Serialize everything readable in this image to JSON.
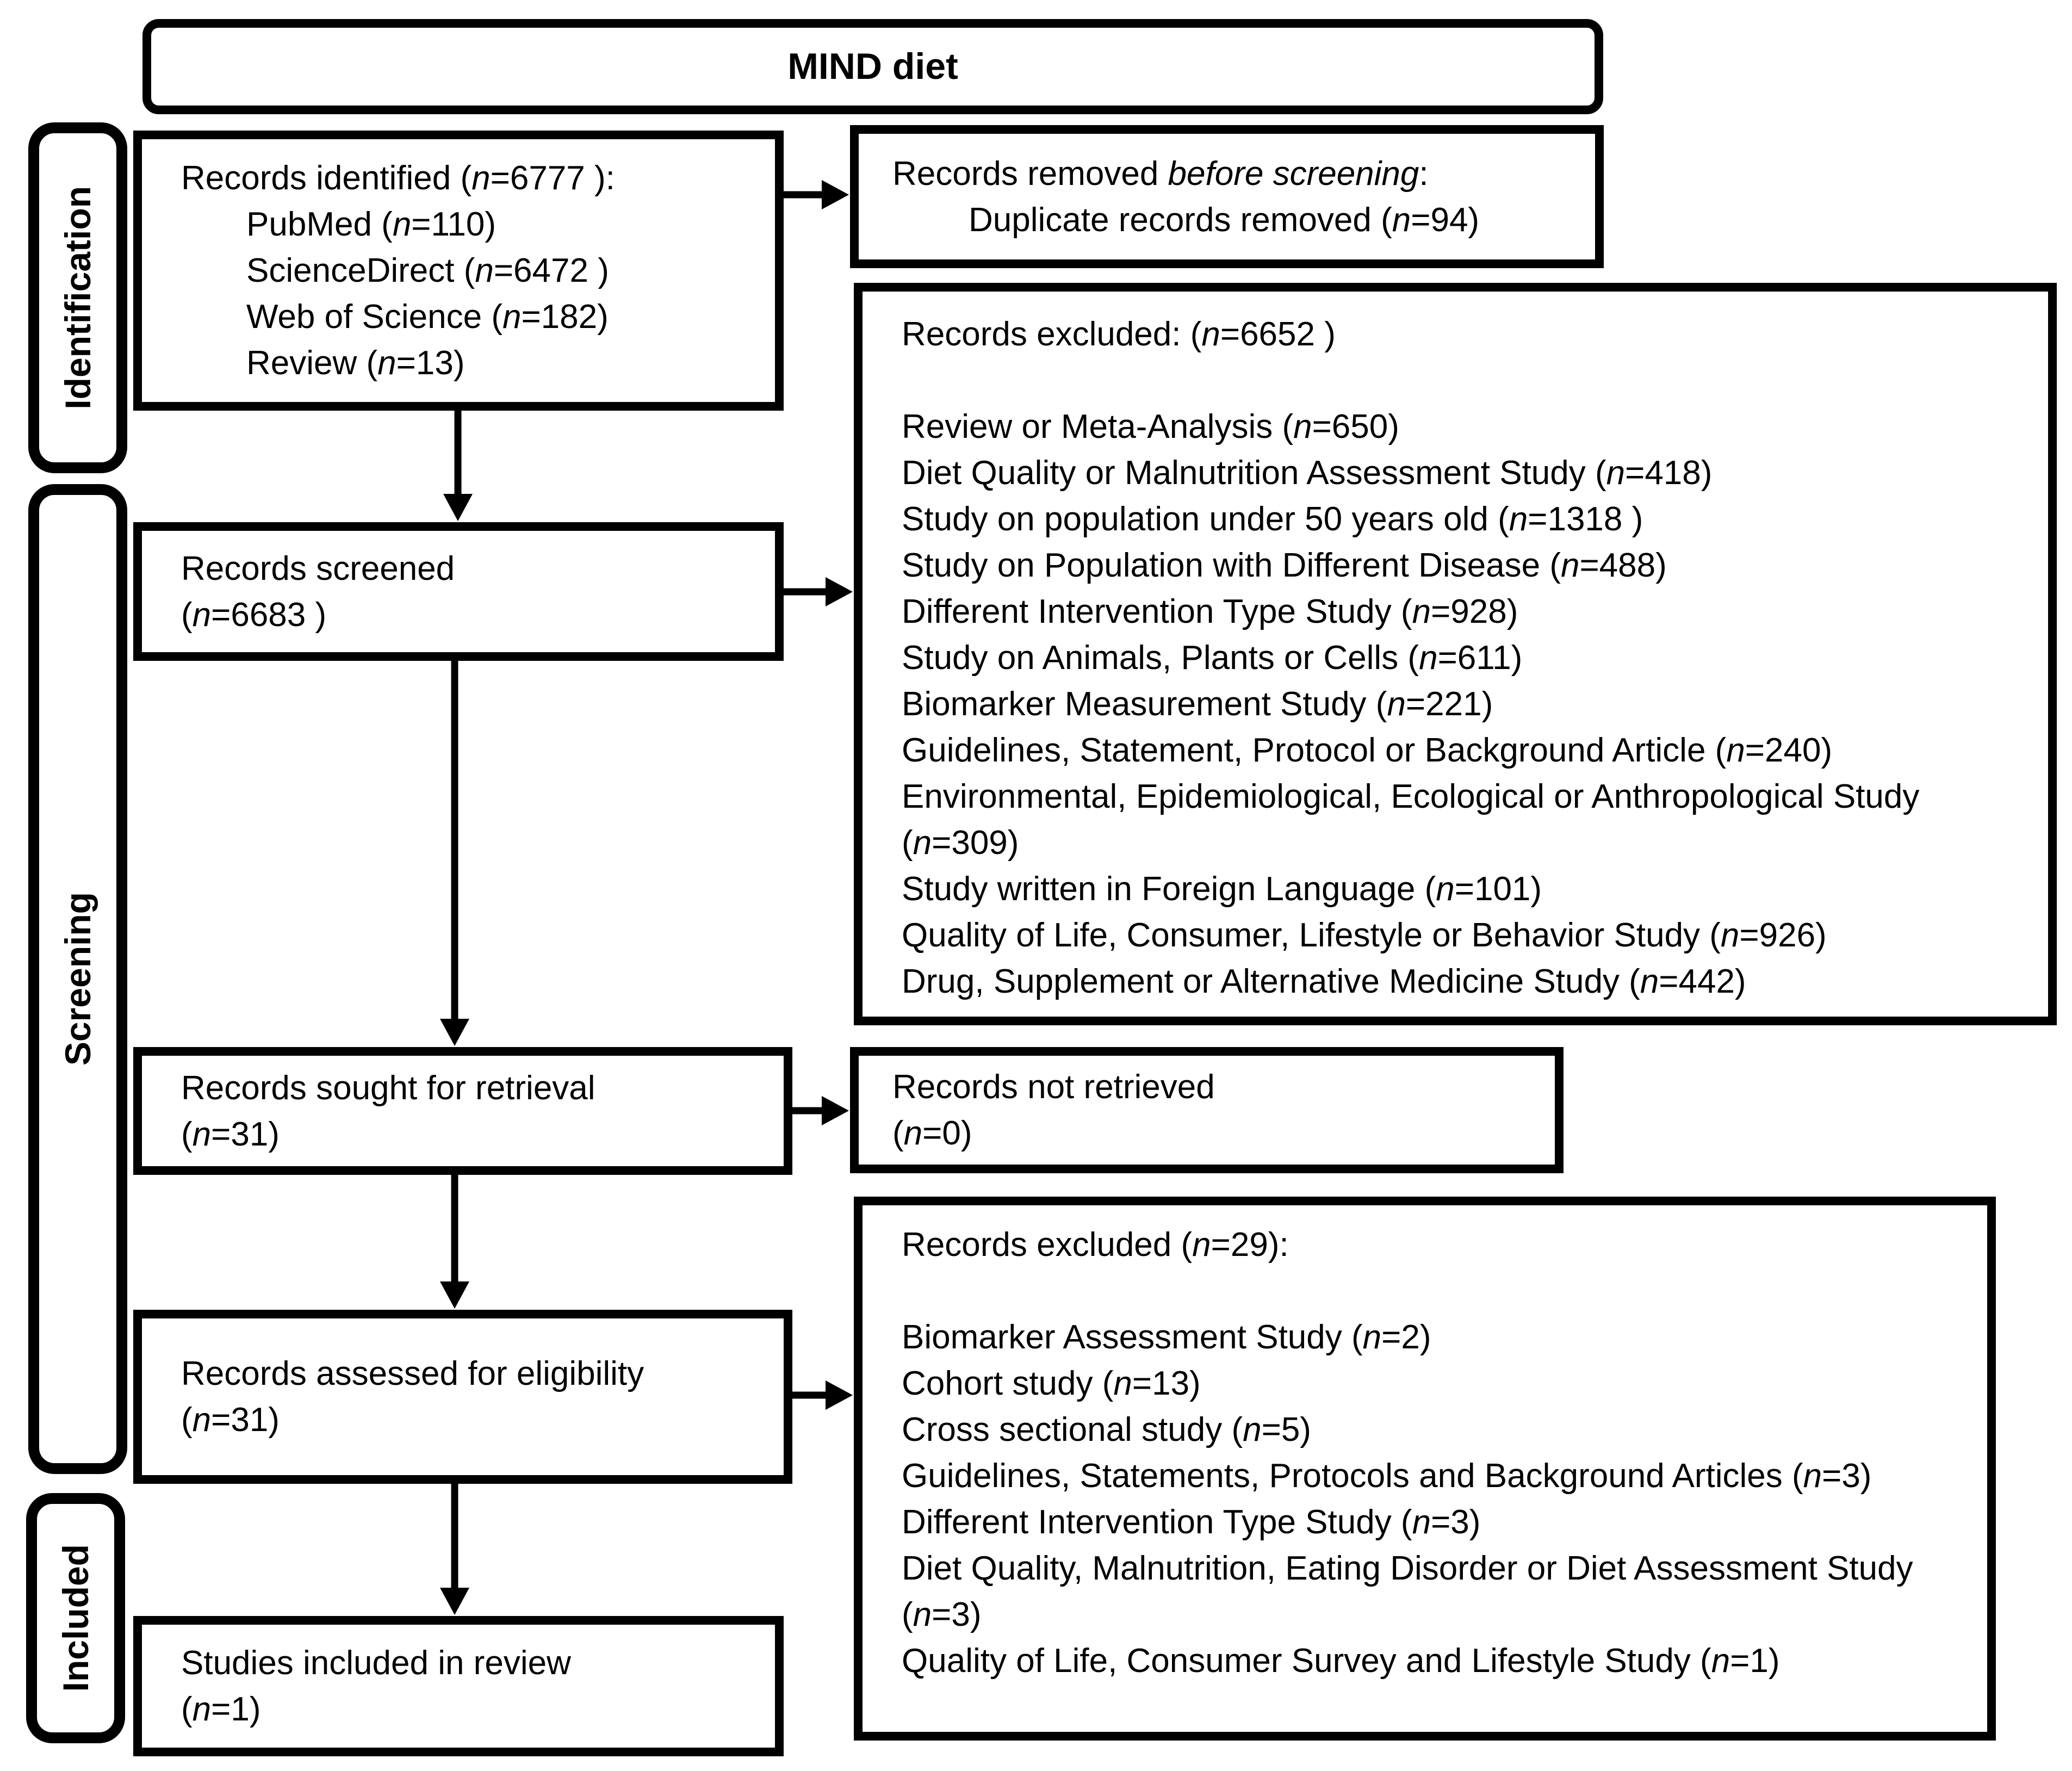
{
  "title": "MIND diet",
  "sidebar": {
    "identification": "Identification",
    "screening": "Screening",
    "included": "Included"
  },
  "boxes": {
    "identified": {
      "header": "Records identified (n=6777 ):",
      "items": [
        "PubMed (n=110)",
        "ScienceDirect (n=6472 )",
        "Web of Science (n=182)",
        "Review (n=13)"
      ]
    },
    "removed": {
      "header": "Records removed before screening:",
      "items": [
        "Duplicate records removed (n=94)"
      ]
    },
    "excluded_screening": {
      "header": "Records excluded: (n=6652 )",
      "items": [
        "Review or Meta-Analysis (n=650)",
        "Diet Quality or Malnutrition Assessment Study (n=418)",
        "Study on population under 50 years old (n=1318 )",
        "Study on Population with Different Disease (n=488)",
        "Different Intervention Type Study (n=928)",
        "Study on Animals, Plants or Cells (n=611)",
        "Biomarker Measurement Study (n=221)",
        "Guidelines, Statement, Protocol or Background Article (n=240)",
        "Environmental, Epidemiological, Ecological or Anthropological Study (n=309)",
        "Study written in Foreign Language (n=101)",
        "Quality of Life, Consumer, Lifestyle or Behavior Study (n=926)",
        "Drug, Supplement or Alternative Medicine Study (n=442)"
      ]
    },
    "screened": {
      "lines": [
        "Records screened",
        "(n=6683 )"
      ]
    },
    "sought": {
      "lines": [
        "Records sought for retrieval",
        "(n=31)"
      ]
    },
    "not_retrieved": {
      "lines": [
        "Records not retrieved",
        "(n=0)"
      ]
    },
    "assessed": {
      "lines": [
        "Records assessed for eligibility",
        "(n=31)"
      ]
    },
    "excluded_eligibility": {
      "header": "Records excluded (n=29):",
      "items": [
        "Biomarker Assessment Study (n=2)",
        "Cohort study (n=13)",
        "Cross sectional study (n=5)",
        "Guidelines, Statements, Protocols and Background Articles (n=3)",
        "Different Intervention Type Study (n=3)",
        "Diet Quality, Malnutrition, Eating Disorder or Diet Assessment Study (n=3)",
        "Quality of Life, Consumer Survey and Lifestyle Study (n=1)"
      ]
    },
    "included_studies": {
      "lines": [
        "Studies included in review",
        "(n=1)"
      ]
    }
  },
  "colors": {
    "border": "#000000",
    "background": "#ffffff",
    "text": "#000000"
  }
}
